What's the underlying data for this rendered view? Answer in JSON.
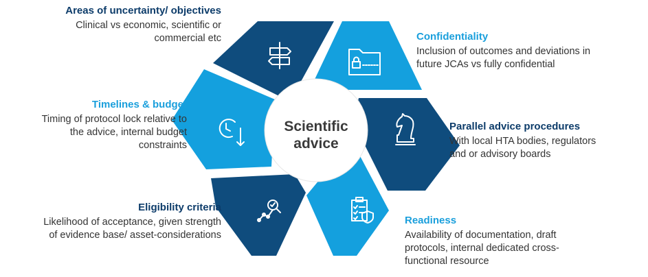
{
  "colors": {
    "dark_blue": "#0f4c7d",
    "light_blue": "#14a0de",
    "title_dark": "#0d3c6a",
    "title_light": "#1a9fdc",
    "center_text": "#3a3a3a",
    "icon_stroke": "#ffffff"
  },
  "center": {
    "line1": "Scientific",
    "line2": "advice"
  },
  "segments": [
    {
      "key": "areas",
      "icon": "signpost-icon",
      "color": "dark_blue",
      "title": "Areas of uncertainty/ objectives",
      "description": [
        "Clinical vs economic, scientific or",
        "commercial etc"
      ]
    },
    {
      "key": "confidentiality",
      "icon": "confidential-folder-icon",
      "color": "light_blue",
      "title": "Confidentiality",
      "description": [
        "Inclusion of outcomes and deviations in",
        "future JCAs vs fully confidential"
      ]
    },
    {
      "key": "parallel",
      "icon": "chess-knight-icon",
      "color": "dark_blue",
      "title": "Parallel advice procedures",
      "description": [
        "With local HTA bodies, regulators",
        "and or advisory boards"
      ]
    },
    {
      "key": "readiness",
      "icon": "clipboard-check-icon",
      "color": "light_blue",
      "title": "Readiness",
      "description": [
        "Availability of documentation, draft",
        "protocols, internal dedicated cross-",
        "functional resource"
      ]
    },
    {
      "key": "eligibility",
      "icon": "search-chart-icon",
      "color": "dark_blue",
      "title": "Eligibility criteria",
      "description": [
        "Likelihood of acceptance, given strength",
        "of evidence base/ asset-considerations"
      ]
    },
    {
      "key": "timelines",
      "icon": "clock-arrow-icon",
      "color": "light_blue",
      "title": "Timelines & budget",
      "description": [
        "Timing of protocol lock relative to",
        "the advice, internal budget",
        "constraints"
      ]
    }
  ]
}
